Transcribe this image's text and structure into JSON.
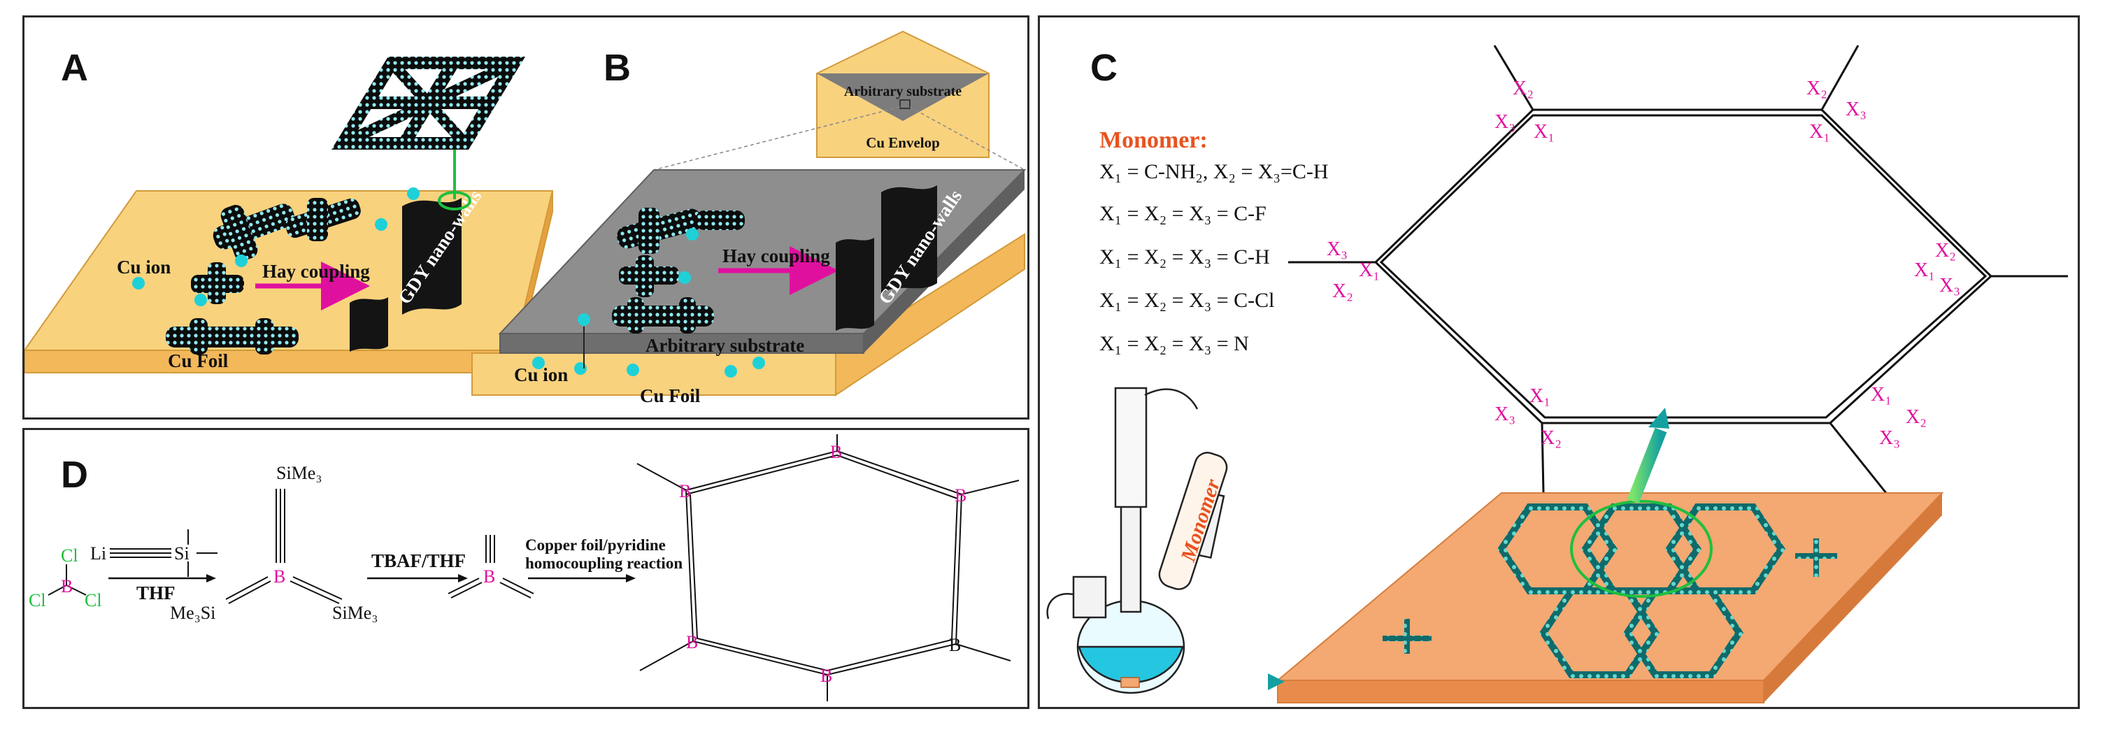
{
  "panels": {
    "a": {
      "label": "A",
      "cu_ion": "Cu ion",
      "hay_coupling": "Hay coupling",
      "nanowalls": "GDY nano-walls",
      "cu_foil": "Cu Foil"
    },
    "b": {
      "label": "B",
      "envelope_substrate": "Arbitrary substrate",
      "cu_envelop": "Cu Envelop",
      "hay_coupling": "Hay coupling",
      "nanowalls": "GDY nano-walls",
      "arbitrary_substrate": "Arbitrary substrate",
      "cu_ion": "Cu ion",
      "cu_foil": "Cu Foil"
    },
    "c": {
      "label": "C",
      "monomer_title": "Monomer:",
      "monomers": [
        "X₁ = C-NH₂, X₂ = X₃=C-H",
        "X₁ = X₂ = X₃ = C-F",
        "X₁ = X₂ = X₃ = C-H",
        "X₁ = X₂ = X₃ = C-Cl",
        "X₁ = X₂ = X₃ = N"
      ],
      "ring_labels": [
        "X₁",
        "X₂",
        "X₃"
      ],
      "flask_label": "Monomer"
    },
    "d": {
      "label": "D",
      "reagent_li": "Li",
      "reagent_si": "Si",
      "cl": "Cl",
      "boron": "B",
      "solvent_1": "THF",
      "sime3_top": "SiMe₃",
      "sime3_left": "Me₃Si",
      "sime3_right": "SiMe₃",
      "step_2": "TBAF/THF",
      "step_3_line1": "Copper foil/pyridine",
      "step_3_line2": "homocoupling reaction"
    }
  },
  "colors": {
    "foil": "#f9d27e",
    "foil_dark": "#e8a93c",
    "substrate": "#8e8e8e",
    "substrate_dark": "#5f5f5f",
    "magenta": "#e0109f",
    "cyan": "#1ed1d8",
    "monomer_orange": "#e8531f",
    "green": "#1fbf3f",
    "slab": "#f4a872"
  }
}
